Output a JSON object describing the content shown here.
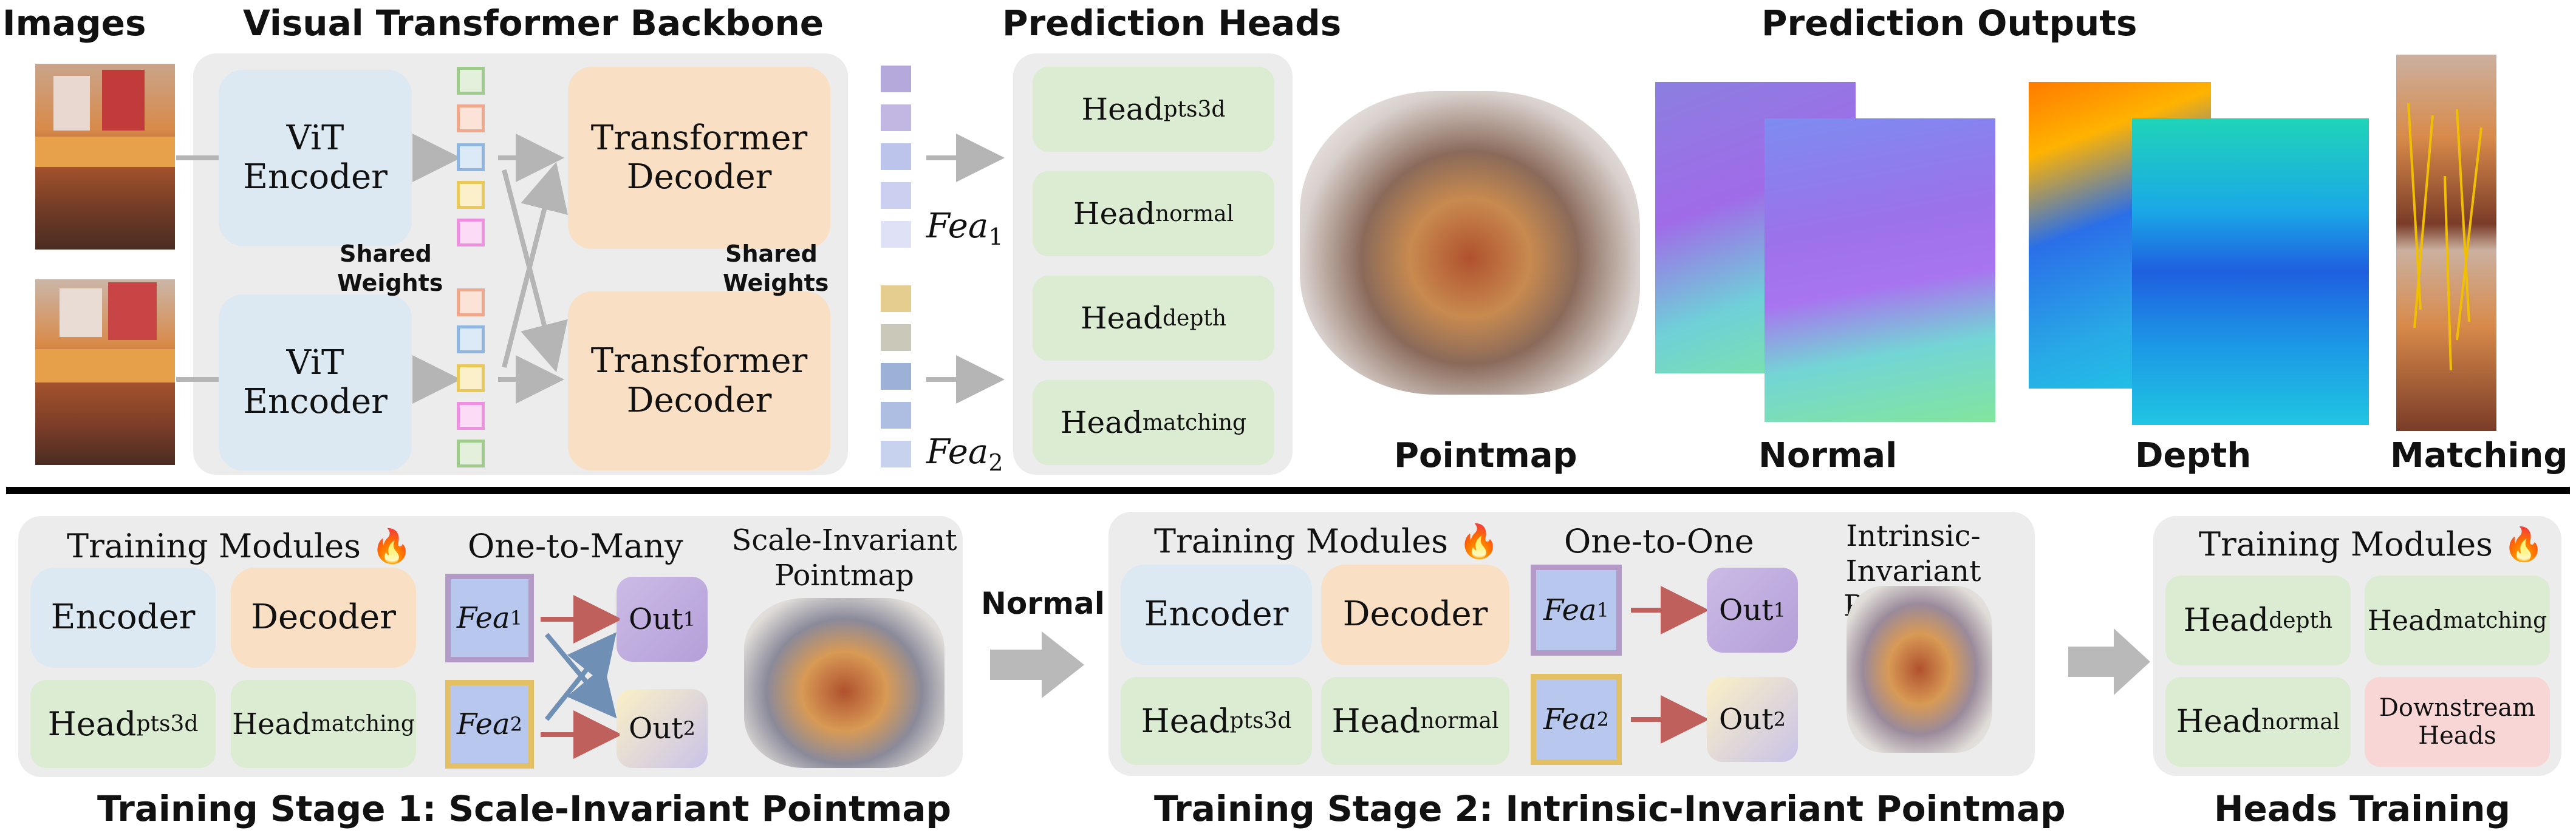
{
  "top": {
    "images_title": "Images",
    "backbone_title": "Visual Transformer Backbone",
    "heads_title": "Prediction Heads",
    "outputs_title": "Prediction Outputs",
    "encoder_label_1": "ViT",
    "encoder_label_2": "Encoder",
    "decoder_label_1": "Transformer",
    "decoder_label_2": "Decoder",
    "shared_weights_1": "Shared",
    "shared_weights_2": "Weights",
    "fea_base": "Fea",
    "fea1_sub": "1",
    "fea2_sub": "2",
    "head_base": "Head",
    "heads": [
      "pts3d",
      "normal",
      "depth",
      "matching"
    ],
    "output_labels": [
      "Pointmap",
      "Normal",
      "Depth",
      "Matching"
    ]
  },
  "stage1": {
    "modules_title": "Training Modules",
    "encoder": "Encoder",
    "decoder": "Decoder",
    "head_pts3d_sub": "pts3d",
    "head_matching_sub": "matching",
    "mapping_title": "One-to-Many",
    "out_base": "Out",
    "result_1": "Scale-Invariant",
    "result_2": "Pointmap",
    "caption": "Training Stage 1: Scale-Invariant Pointmap"
  },
  "transition": {
    "normal_label": "Normal"
  },
  "stage2": {
    "modules_title": "Training Modules",
    "encoder": "Encoder",
    "decoder": "Decoder",
    "head_pts3d_sub": "pts3d",
    "head_normal_sub": "normal",
    "mapping_title": "One-to-One",
    "result_1": "Intrinsic-Invariant",
    "result_2": "Pointmap",
    "caption": "Training Stage 2:  Intrinsic-Invariant Pointmap"
  },
  "stage3": {
    "modules_title": "Training Modules",
    "head_depth_sub": "depth",
    "head_matching_sub": "matching",
    "head_normal_sub": "normal",
    "downstream_1": "Downstream",
    "downstream_2": "Heads",
    "caption": "Heads Training"
  },
  "icons": [
    "fire-icon",
    "arrow-icon"
  ],
  "colors": {
    "encoder": "#dce8f2",
    "decoder": "#f9dfc3",
    "head": "#dcecd2",
    "downstream": "#f9d6d6",
    "panel": "#ececec",
    "fea1_border": "#b49ac6",
    "fea2_border": "#e3c063",
    "arrow_red": "#c0605c",
    "arrow_blue": "#6f8fb5"
  }
}
